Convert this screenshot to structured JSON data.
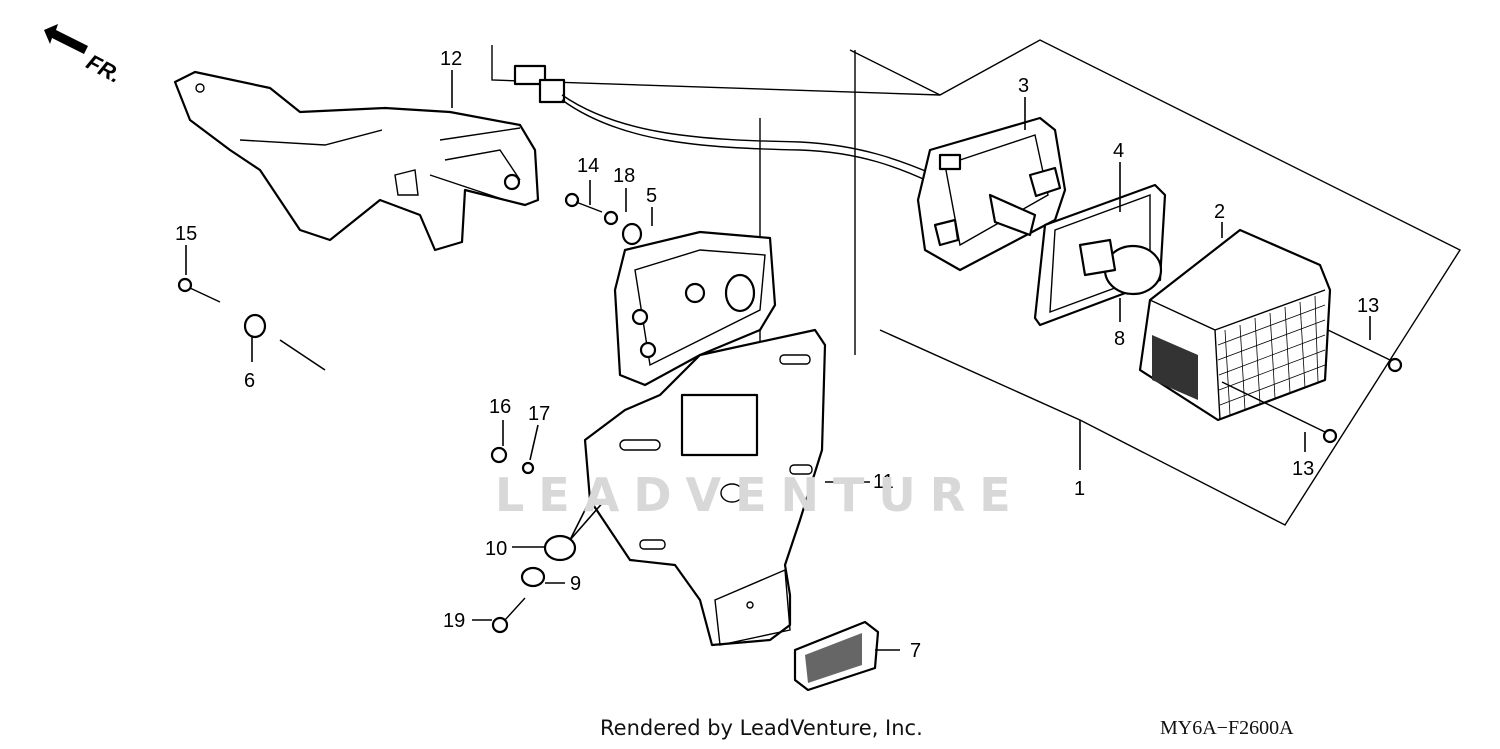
{
  "direction_label": "FR.",
  "watermark": "LEADVENTURE",
  "credit": "Rendered by LeadVenture, Inc.",
  "diagram_code": "MY6A−F2600A",
  "callouts": [
    "1",
    "2",
    "3",
    "4",
    "5",
    "6",
    "7",
    "8",
    "9",
    "10",
    "11",
    "12",
    "13",
    "13",
    "14",
    "15",
    "16",
    "17",
    "18",
    "19"
  ]
}
